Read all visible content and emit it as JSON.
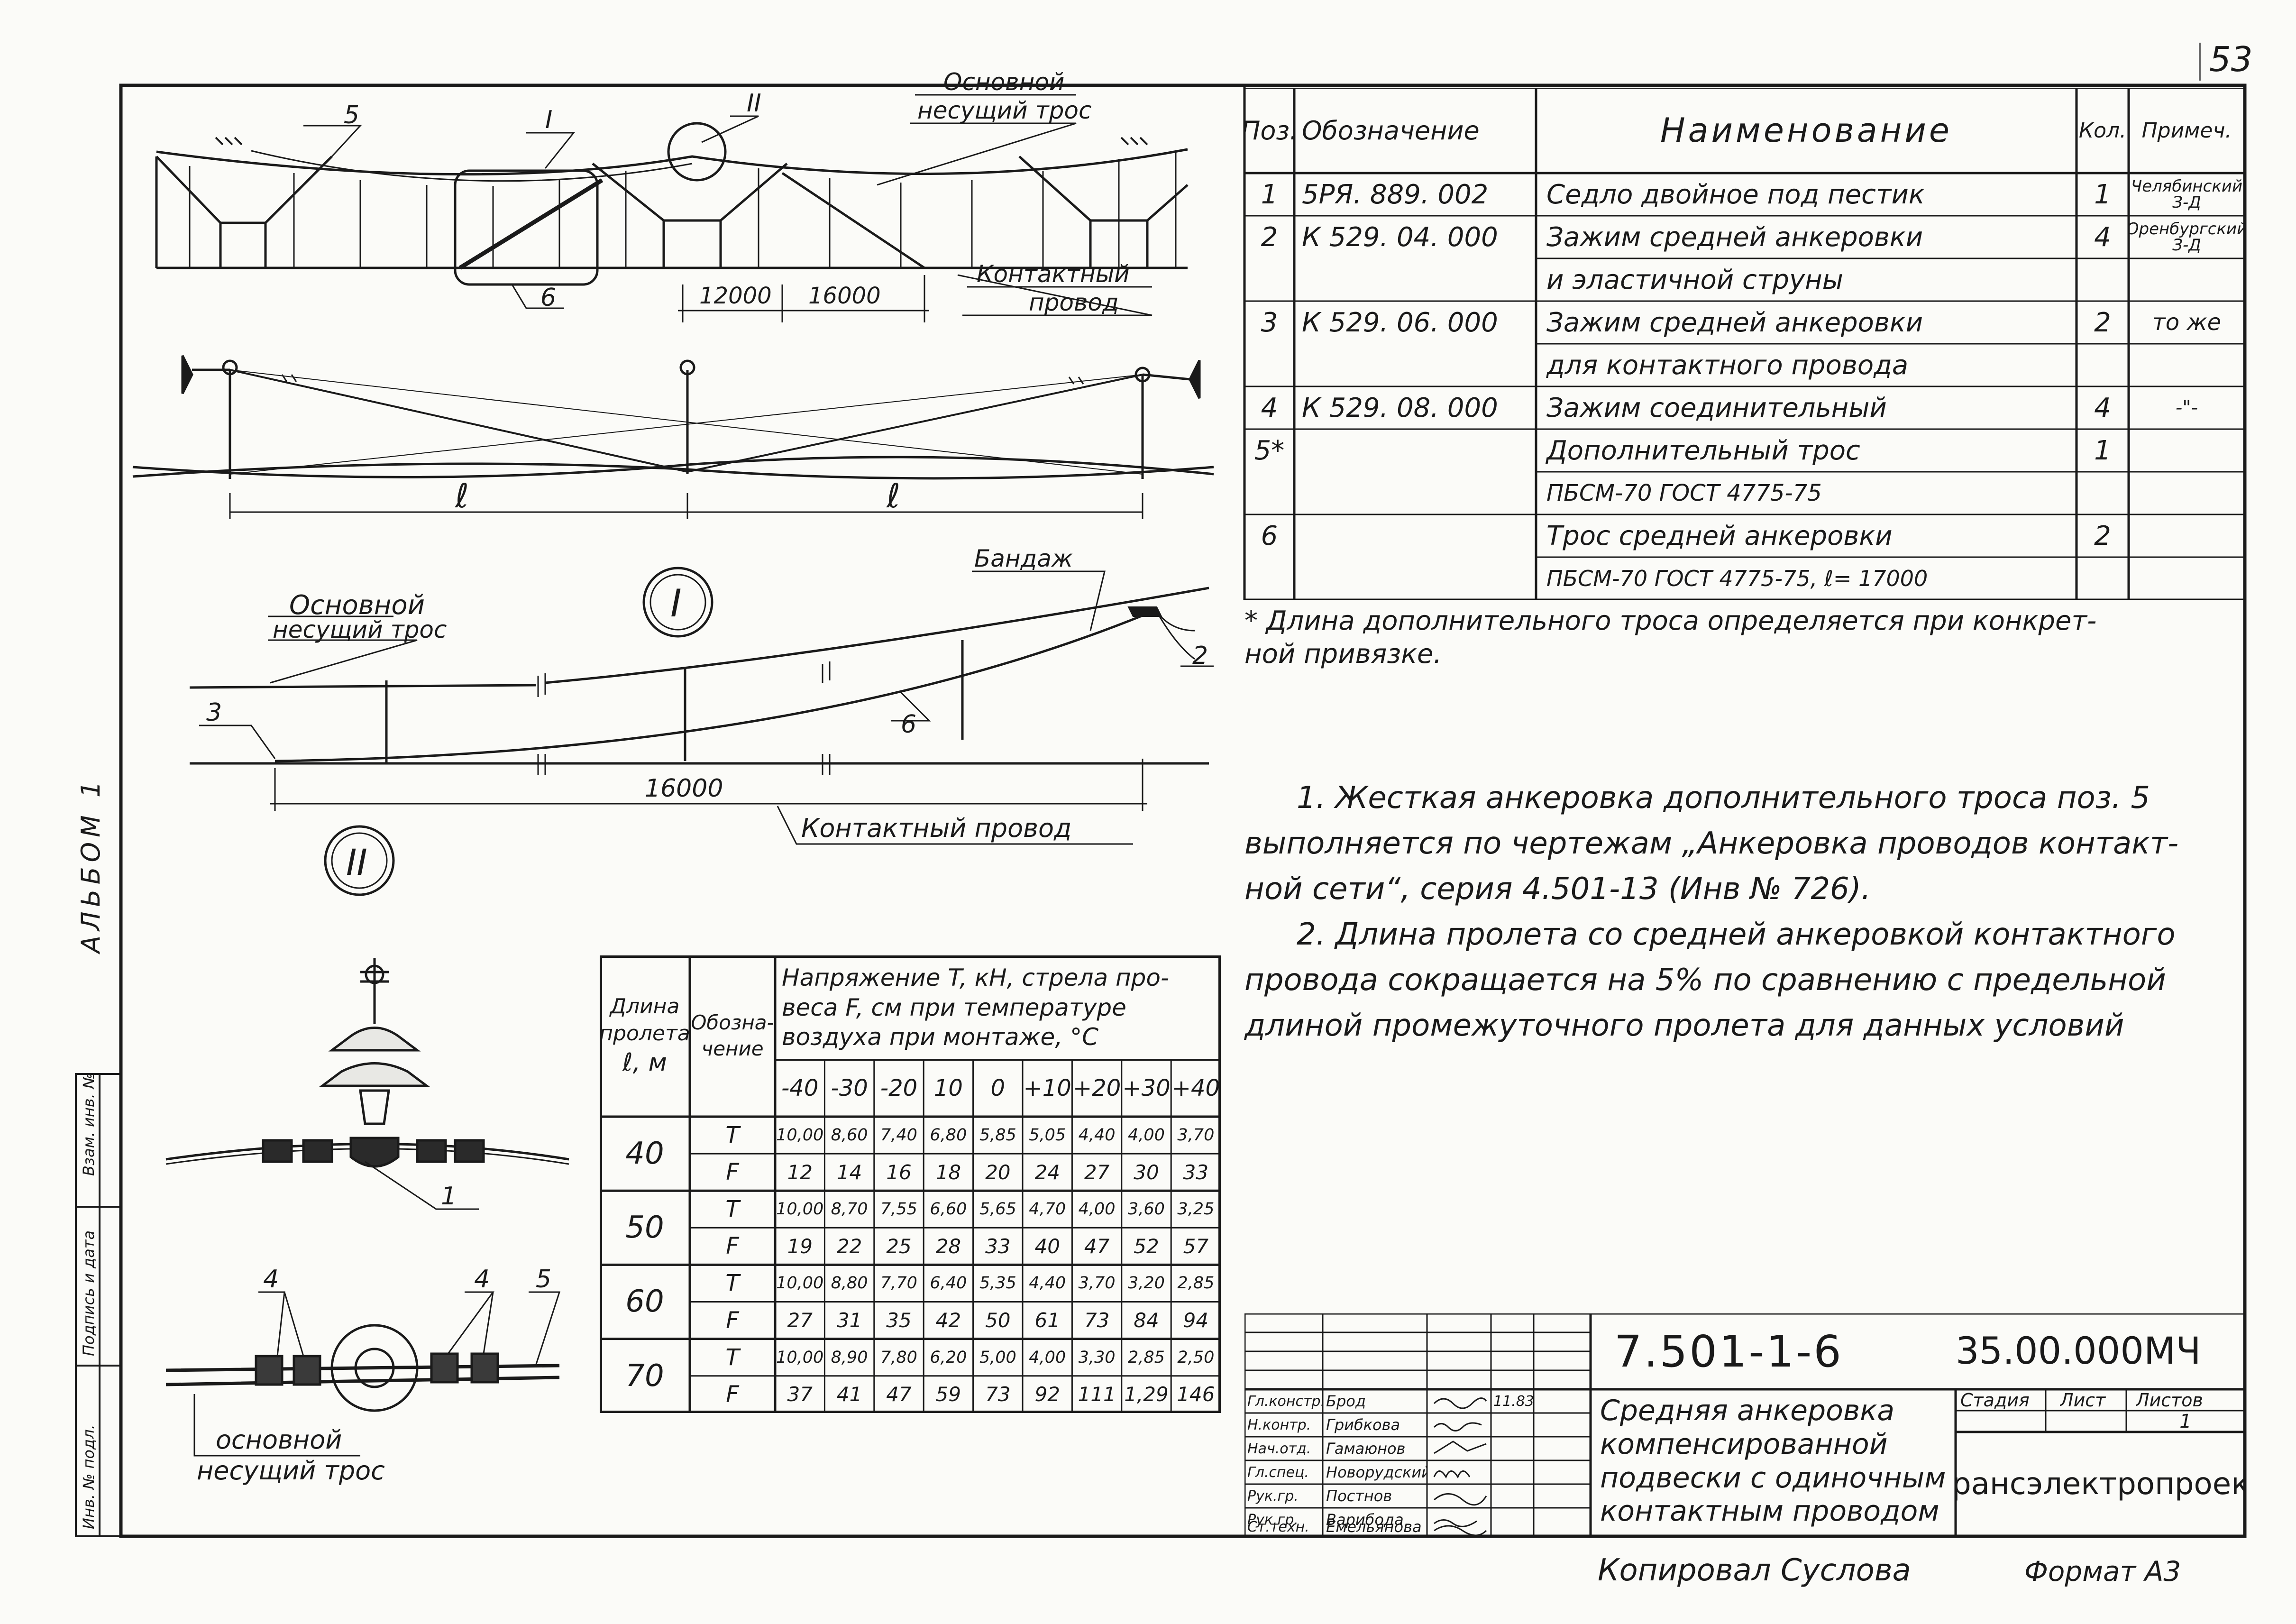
{
  "page_number": "53",
  "album_label": "АЛЬБОМ 1",
  "side_stamp": [
    "Инв. № подл.",
    "Подпись и дата",
    "Взам. инв. №"
  ],
  "drawing": {
    "elev_labels": {
      "main_cable": [
        "Основной",
        "несущий трос"
      ],
      "contact_wire": [
        "Контактный",
        "провод"
      ],
      "dim_12000": "12000",
      "dim_16000": "16000",
      "pos_5": "5",
      "pos_6": "6",
      "mark_I": "I",
      "mark_II": "II"
    },
    "plan_labels": {
      "span_left": "ℓ",
      "span_right": "ℓ"
    },
    "detail_I": {
      "title": "I",
      "main_cable": [
        "Основной",
        "несущий трос"
      ],
      "bandage": "Бандаж",
      "contact_wire": "Контактный провод",
      "dim_16000": "16000",
      "pos_2": "2",
      "pos_3": "3",
      "pos_6": "6"
    },
    "detail_II": {
      "title": "II",
      "pos_1": "1",
      "pos_4a": "4",
      "pos_4b": "4",
      "pos_5": "5",
      "main_cable": [
        "основной",
        "несущий трос"
      ]
    }
  },
  "spec_table": {
    "headers": {
      "pos": "Поз.",
      "designation": "Обозначение",
      "name": "Наименование",
      "qty": "Кол.",
      "note": "Примеч."
    },
    "rows": [
      {
        "pos": "1",
        "designation": "5РЯ. 889. 002",
        "name": "Седло двойное под пестик",
        "qty": "1",
        "note": "Челябинский З-Д"
      },
      {
        "pos": "2",
        "designation": "К 529. 04. 000",
        "name": "Зажим средней анкеровки",
        "qty": "4",
        "note": "Оренбургский З-Д"
      },
      {
        "pos": "",
        "designation": "",
        "name": "и эластичной струны",
        "qty": "",
        "note": ""
      },
      {
        "pos": "3",
        "designation": "К 529. 06. 000",
        "name": "Зажим средней анкеровки",
        "qty": "2",
        "note": "то же"
      },
      {
        "pos": "",
        "designation": "",
        "name": "для контактного провода",
        "qty": "",
        "note": ""
      },
      {
        "pos": "4",
        "designation": "К 529. 08. 000",
        "name": "Зажим соединительный",
        "qty": "4",
        "note": "-\"-"
      },
      {
        "pos": "5*",
        "designation": "",
        "name": "Дополнительный трос",
        "qty": "1",
        "note": ""
      },
      {
        "pos": "",
        "designation": "",
        "name": "ПБСМ-70   ГОСТ 4775-75",
        "qty": "",
        "note": ""
      },
      {
        "pos": "6",
        "designation": "",
        "name": "Трос средней анкеровки",
        "qty": "2",
        "note": ""
      },
      {
        "pos": "",
        "designation": "",
        "name": "ПБСМ-70   ГОСТ 4775-75,  ℓ= 17000",
        "qty": "",
        "note": ""
      }
    ],
    "footnote": [
      "* Длина дополнительного троса определяется при конкрет-",
      "ной привязке."
    ]
  },
  "notes": [
    "1. Жесткая анкеровка дополнительного троса поз. 5",
    "выполняется по чертежам „Анкеровка проводов контакт-",
    "ной сети“, серия 4.501-13 (Инв № 726).",
    "2. Длина пролета со средней анкеровкой контактного",
    "провода сокращается на 5% по сравнению с предельной",
    "длиной промежуточного пролета для данных условий"
  ],
  "tension_table": {
    "head_span": [
      "Длина",
      "пролета",
      "ℓ, м"
    ],
    "head_desig": [
      "Обозна-",
      "чение"
    ],
    "head_main": [
      "Напряжение T, кН, стрела про-",
      "веса F, см при температуре",
      "воздуха при монтаже, °С"
    ],
    "temps": [
      "-40",
      "-30",
      "-20",
      "10",
      "0",
      "+10",
      "+20",
      "+30",
      "+40"
    ],
    "groups": [
      {
        "span": "40",
        "rows": [
          {
            "symbol": "T",
            "values": [
              "10,00",
              "8,60",
              "7,40",
              "6,80",
              "5,85",
              "5,05",
              "4,40",
              "4,00",
              "3,70"
            ]
          },
          {
            "symbol": "F",
            "values": [
              "12",
              "14",
              "16",
              "18",
              "20",
              "24",
              "27",
              "30",
              "33"
            ]
          }
        ]
      },
      {
        "span": "50",
        "rows": [
          {
            "symbol": "T",
            "values": [
              "10,00",
              "8,70",
              "7,55",
              "6,60",
              "5,65",
              "4,70",
              "4,00",
              "3,60",
              "3,25"
            ]
          },
          {
            "symbol": "F",
            "values": [
              "19",
              "22",
              "25",
              "28",
              "33",
              "40",
              "47",
              "52",
              "57"
            ]
          }
        ]
      },
      {
        "span": "60",
        "rows": [
          {
            "symbol": "T",
            "values": [
              "10,00",
              "8,80",
              "7,70",
              "6,40",
              "5,35",
              "4,40",
              "3,70",
              "3,20",
              "2,85"
            ]
          },
          {
            "symbol": "F",
            "values": [
              "27",
              "31",
              "35",
              "42",
              "50",
              "61",
              "73",
              "84",
              "94"
            ]
          }
        ]
      },
      {
        "span": "70",
        "rows": [
          {
            "symbol": "T",
            "values": [
              "10,00",
              "8,90",
              "7,80",
              "6,20",
              "5,00",
              "4,00",
              "3,30",
              "2,85",
              "2,50"
            ]
          },
          {
            "symbol": "F",
            "values": [
              "37",
              "41",
              "47",
              "59",
              "73",
              "92",
              "111",
              "1,29",
              "146"
            ]
          }
        ]
      }
    ]
  },
  "title_block": {
    "drawing_code": "7.501-1-6",
    "doc_number": "35.00.000МЧ",
    "title": [
      "Средняя анкеровка",
      "компенсированной",
      "подвески с одиночным",
      "контактным проводом"
    ],
    "stage_label": "Стадия",
    "sheet_label": "Лист",
    "sheets_label": "Листов",
    "sheets_value": "1",
    "company": "Трансэлектропроект",
    "date": "11.83",
    "signatures": [
      {
        "role": "Гл.констр.",
        "name": "Брод"
      },
      {
        "role": "Н.контр.",
        "name": "Грибкова"
      },
      {
        "role": "Нач.отд.",
        "name": "Гамаюнов"
      },
      {
        "role": "Гл.спец.",
        "name": "Новорудский"
      },
      {
        "role": "Рук.гр.",
        "name": "Постнов"
      },
      {
        "role": "Рук.гр.",
        "name": "Варибода"
      },
      {
        "role": "Ст.техн.",
        "name": "Емельянова"
      }
    ]
  },
  "footer": {
    "copied_by": "Копировал  Суслова",
    "format": "Формат А3"
  }
}
